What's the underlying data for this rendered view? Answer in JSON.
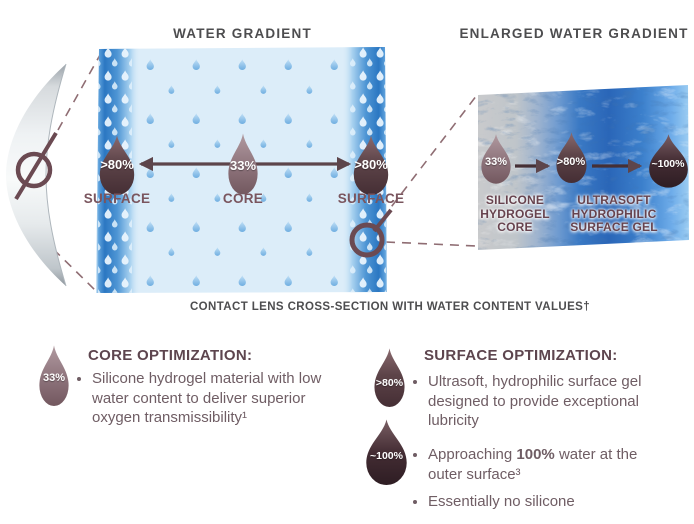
{
  "titles": {
    "water_gradient": "WATER GRADIENT",
    "enlarged_water_gradient": "ENLARGED WATER GRADIENT"
  },
  "cross_section": {
    "droplets": [
      {
        "value": ">80%",
        "label": "SURFACE"
      },
      {
        "value": "33%",
        "label": "CORE"
      },
      {
        "value": ">80%",
        "label": "SURFACE"
      }
    ]
  },
  "enlarged": {
    "droplets": [
      {
        "value": "33%"
      },
      {
        "value": ">80%"
      },
      {
        "value": "~100%"
      }
    ],
    "zone_labels": [
      "SILICONE HYDROGEL CORE",
      "ULTRASOFT HYDROPHILIC SURFACE GEL"
    ]
  },
  "caption": "CONTACT LENS CROSS-SECTION WITH WATER CONTENT VALUES†",
  "core_optimization": {
    "droplet_value": "33%",
    "heading": "CORE OPTIMIZATION:",
    "bullet1": "Silicone hydrogel material with low water content to deliver superior oxygen transmissibility¹"
  },
  "surface_optimization": {
    "heading": "SURFACE OPTIMIZATION:",
    "droplet1_value": ">80%",
    "droplet2_value": "~100%",
    "bullet1": "Ultrasoft, hydrophilic surface gel designed to provide exceptional lubricity",
    "bullet2_pre": "Approaching ",
    "bullet2_bold": "100%",
    "bullet2_post": " water at the outer surface³",
    "bullet3": "Essentially no silicone"
  },
  "colors": {
    "title_text": "#4d4d4f",
    "maroon_heading": "#5d454e",
    "maroon_label": "#7a555e",
    "body_text": "#6f5d64",
    "droplet_dark": "#5a4247",
    "droplet_mauve": "#97818a",
    "droplet_darkest": "#412c33",
    "panel_blue": "#dcedf9",
    "band_blue": "#2b77c2",
    "arrow": "#5d454b"
  }
}
